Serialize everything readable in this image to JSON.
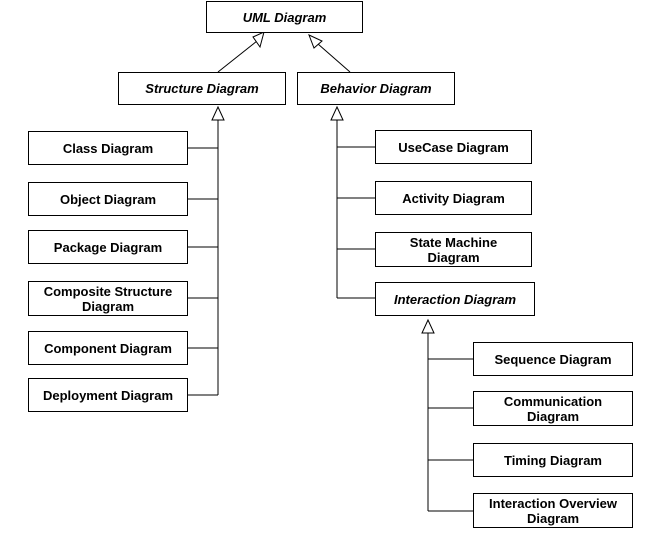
{
  "uml_diagram": {
    "title": "UML Diagram"
  },
  "structure": {
    "title": "Structure Diagram",
    "items": [
      "Class Diagram",
      "Object Diagram",
      "Package Diagram",
      "Composite Structure Diagram",
      "Component Diagram",
      "Deployment Diagram"
    ]
  },
  "behavior": {
    "title": "Behavior Diagram",
    "items": [
      "UseCase Diagram",
      "Activity Diagram",
      "State Machine Diagram"
    ]
  },
  "interaction": {
    "title": "Interaction Diagram",
    "items": [
      "Sequence Diagram",
      "Communication Diagram",
      "Timing Diagram",
      "Interaction Overview Diagram"
    ]
  },
  "colors": {
    "line": "#000000",
    "box_border": "#000000",
    "background": "#ffffff"
  }
}
